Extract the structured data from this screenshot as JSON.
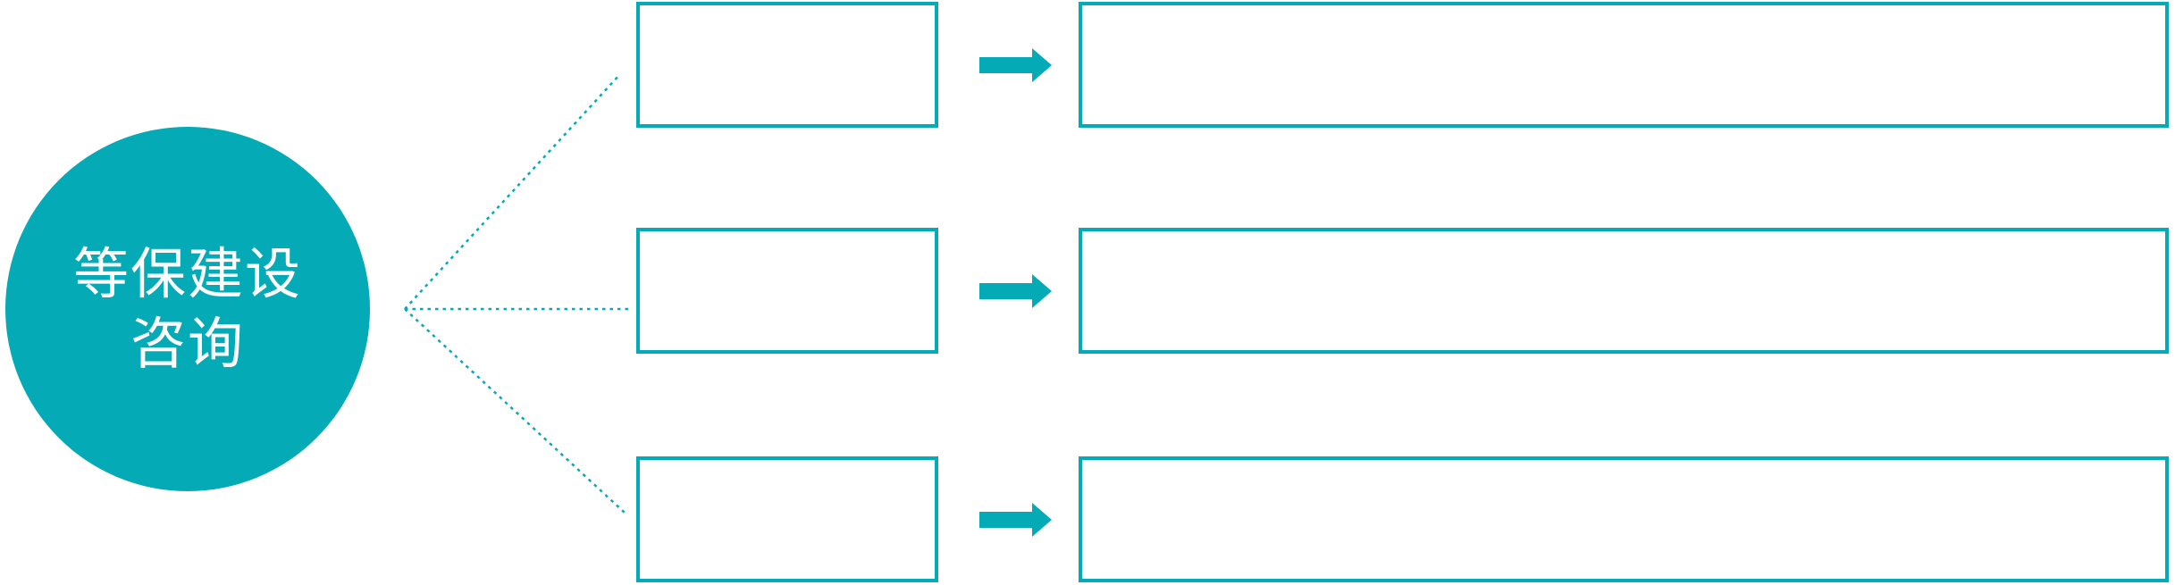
{
  "colors": {
    "accent": "#04AAB6",
    "node_text": "#FFFFFF",
    "background": "#FFFFFF"
  },
  "diagram": {
    "type": "fan-flow",
    "root": {
      "label": "等保建设咨询",
      "line1": "等保建设",
      "line2": "咨询"
    },
    "rows": [
      {
        "step_label": "",
        "detail_label": ""
      },
      {
        "step_label": "",
        "detail_label": ""
      },
      {
        "step_label": "",
        "detail_label": ""
      }
    ],
    "connector_style": "dotted",
    "arrow_icon": "right-block-arrow"
  }
}
